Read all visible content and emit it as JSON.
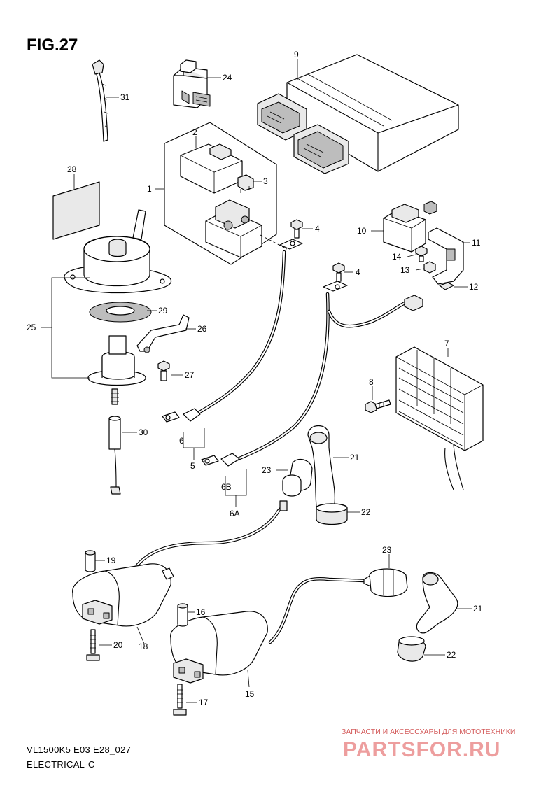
{
  "header": {
    "title": "FIG.27"
  },
  "footer": {
    "model_line": "VL1500K5  E03  E28_027",
    "section": "ELECTRICAL-C"
  },
  "watermark": {
    "tagline": "ЗАПЧАСТИ И АКСЕССУАРЫ ДЛЯ МОТОТЕХНИКИ",
    "logo": "PARTSFOR.RU",
    "color": "#e05050"
  },
  "callouts": {
    "c1": "1",
    "c2": "2",
    "c3": "3",
    "c4a": "4",
    "c4b": "4",
    "c5": "5",
    "c6": "6",
    "c6a": "6A",
    "c6b": "6B",
    "c7": "7",
    "c8": "8",
    "c9": "9",
    "c10": "10",
    "c11": "11",
    "c12": "12",
    "c13": "13",
    "c14": "14",
    "c15": "15",
    "c16": "16",
    "c17": "17",
    "c18": "18",
    "c19": "19",
    "c20": "20",
    "c21a": "21",
    "c21b": "21",
    "c22a": "22",
    "c22b": "22",
    "c23a": "23",
    "c23b": "23",
    "c24": "24",
    "c25": "25",
    "c26": "26",
    "c27": "27",
    "c28": "28",
    "c29": "29",
    "c30": "30",
    "c31": "31"
  }
}
